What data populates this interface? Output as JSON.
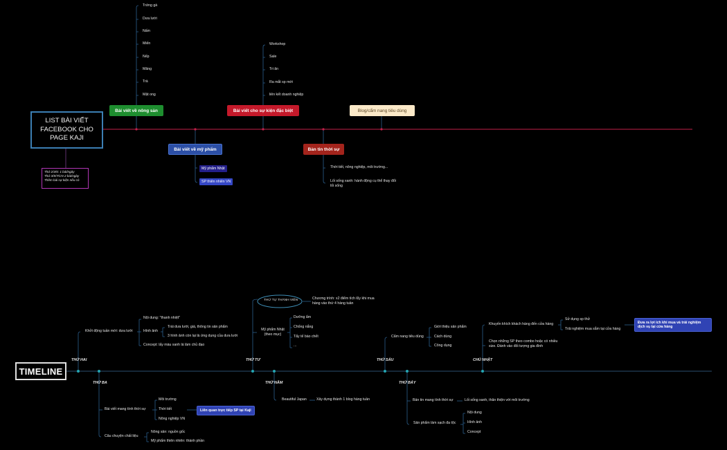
{
  "top": {
    "title_lines": [
      "LIST BÀI VIẾT",
      "FACEBOOK CHO",
      "PAGE KAJI"
    ],
    "note_lines": [
      "Thứ 2/4/6: 1 bài/ngày",
      "Thứ 3/5/7/CN 2 bài/ngày",
      "Thêm bài sự kiện nếu có"
    ],
    "nong_san": {
      "label": "Bài viết về nông sản",
      "items": [
        "Trứng gà",
        "Dưa lưới",
        "Nấm",
        "Miến",
        "Nếp",
        "Măng",
        "Trà",
        "Mật ong"
      ]
    },
    "su_kien": {
      "label": "Bài viết cho sự kiện đặc biệt",
      "items": [
        "Workshop",
        "Sale",
        "Tri ân",
        "Ra mắt sp mới",
        "liên kết doanh nghiệp"
      ]
    },
    "blog": {
      "label": "Blog/cẩm nang tiêu dùng"
    },
    "my_pham": {
      "label": "Bài viết về mỹ phẩm",
      "items": [
        "Mỹ phẩm Nhật",
        "SP thiên nhiên VN"
      ]
    },
    "thoi_su": {
      "label": "Bản tin thời sự",
      "items": [
        "Thời tiết, nông nghiệp, môi trường...",
        "Lối sống xanh: hành động cụ thể thay đổi lối sống"
      ]
    }
  },
  "timeline": {
    "title": "TIMELINE",
    "days": {
      "mon": "THỨ HAI",
      "tue": "THỨ BA",
      "wed": "THỨ TƯ",
      "thu": "THỨ NĂM",
      "fri": "THỨ SÁU",
      "sat": "THỨ BẢY",
      "sun": "CHỦ NHẬT"
    },
    "mon": {
      "main": "Khởi động tuần mới: dưa lưới",
      "noi_dung": "Nội dung: \"thanh nhiệt\"",
      "hinh_anh": "Hình ảnh",
      "hinh_anh_items": [
        "Trái dưa lưới, giá, thông tin sản phẩm",
        "3 hình ảnh còn lại là ứng dụng của dưa lưới"
      ],
      "concept": "Concept: lấy màu xanh lá làm chủ đạo"
    },
    "tue": {
      "thoi_su": "Bài viết mang tính thời sự",
      "thoi_su_items": [
        "Môi trường",
        "Thời tiết",
        "Nông nghiệp VN"
      ],
      "tag": "Liên quan trực tiếp SP tại Kaji",
      "chat_lieu": "Câu chuyện chất liệu",
      "chat_lieu_items": [
        "Nông sản: nguồn gốc",
        "Mỹ phẩm thiên nhiên: thành phần"
      ]
    },
    "wed": {
      "member": "THỨ TỰ THÀNH VIÊN",
      "program": "Chương trình: x2 điểm tích lũy khi mua hàng vào thứ 4 hàng tuần",
      "my_pham": "Mỹ phẩm Nhật (theo mục)",
      "items": [
        "Dưỡng ẩm",
        "Chống nắng",
        "Tẩy tế bào chết",
        "..."
      ]
    },
    "thu": {
      "main": "Beautiful Japan",
      "sub": "Xây dựng thành 1 blog hàng tuần"
    },
    "fri": {
      "main": "Cẩm nang tiêu dùng",
      "items": [
        "Giới thiệu sản phẩm",
        "Cách dùng",
        "Công dụng"
      ]
    },
    "sat": {
      "thoi_su": "Bản tin mang tính thời sự",
      "thoi_su_sub": "Lối sống xanh, thân thiện với môi trường",
      "sach": "Sản phẩm làm sạch đa tộc",
      "sach_items": [
        "Nội dung",
        "Hình ảnh",
        "Concept"
      ]
    },
    "sun": {
      "khuyen_khich": "Khuyến khích khách hàng đến cửa hàng",
      "kk_items": [
        "Sử dụng sp thử",
        "Trải nghiệm mua sắm tại cửa hàng"
      ],
      "tag": "Đưa ra lợi ích khi mua và trải nghiệm dịch vụ tại cửa hàng",
      "combo": "Chọn những SP theo combo hoặc có nhiều size. Đánh vào đối tượng gia đình"
    }
  },
  "colors": {
    "line": "#2b5f8e",
    "spine_top": "#c5204a",
    "timeline_line": "#3a6d97",
    "dot": "#25a6b3",
    "title_border": "#3c7fb4",
    "note_border": "#b237b6"
  }
}
